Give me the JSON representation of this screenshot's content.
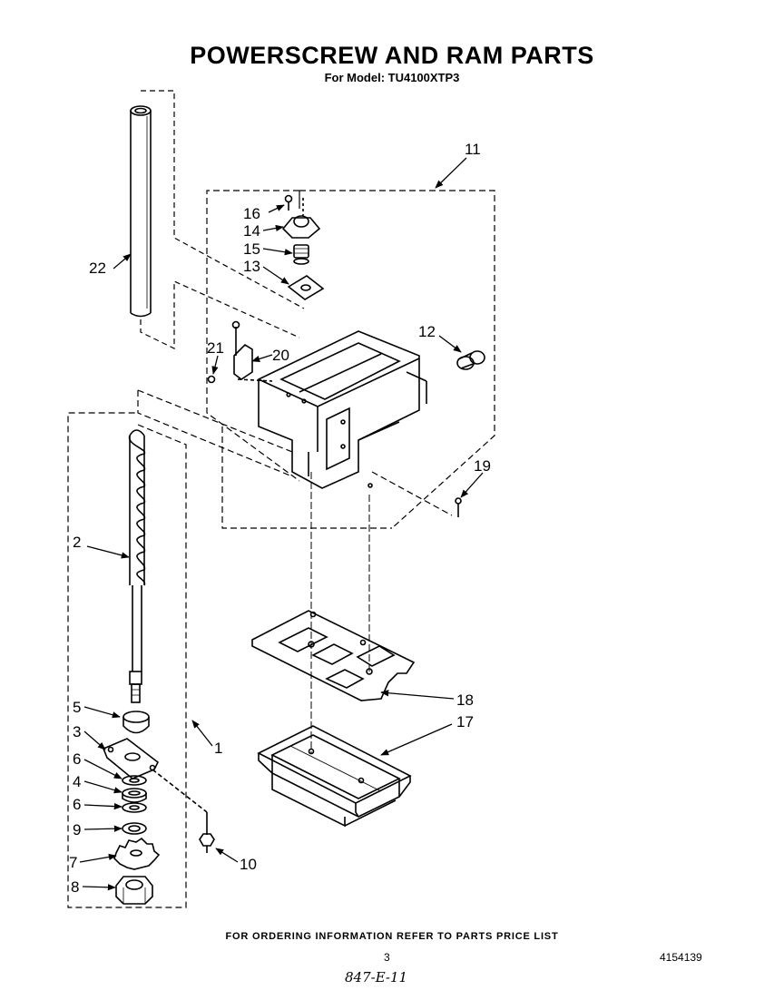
{
  "header": {
    "title": "POWERSCREW AND RAM PARTS",
    "subtitle": "For Model: TU4100XTP3"
  },
  "callouts": {
    "c1": "1",
    "c2": "2",
    "c3": "3",
    "c4": "4",
    "c5": "5",
    "c6a": "6",
    "c6b": "6",
    "c7": "7",
    "c8": "8",
    "c9": "9",
    "c10": "10",
    "c11": "11",
    "c12": "12",
    "c13": "13",
    "c14": "14",
    "c15": "15",
    "c16": "16",
    "c17": "17",
    "c18": "18",
    "c19": "19",
    "c20": "20",
    "c21": "21",
    "c22": "22"
  },
  "footer": {
    "note": "FOR ORDERING INFORMATION REFER TO PARTS PRICE LIST",
    "page_number": "3",
    "doc_number": "4154139",
    "handwritten": "847-E-11"
  }
}
